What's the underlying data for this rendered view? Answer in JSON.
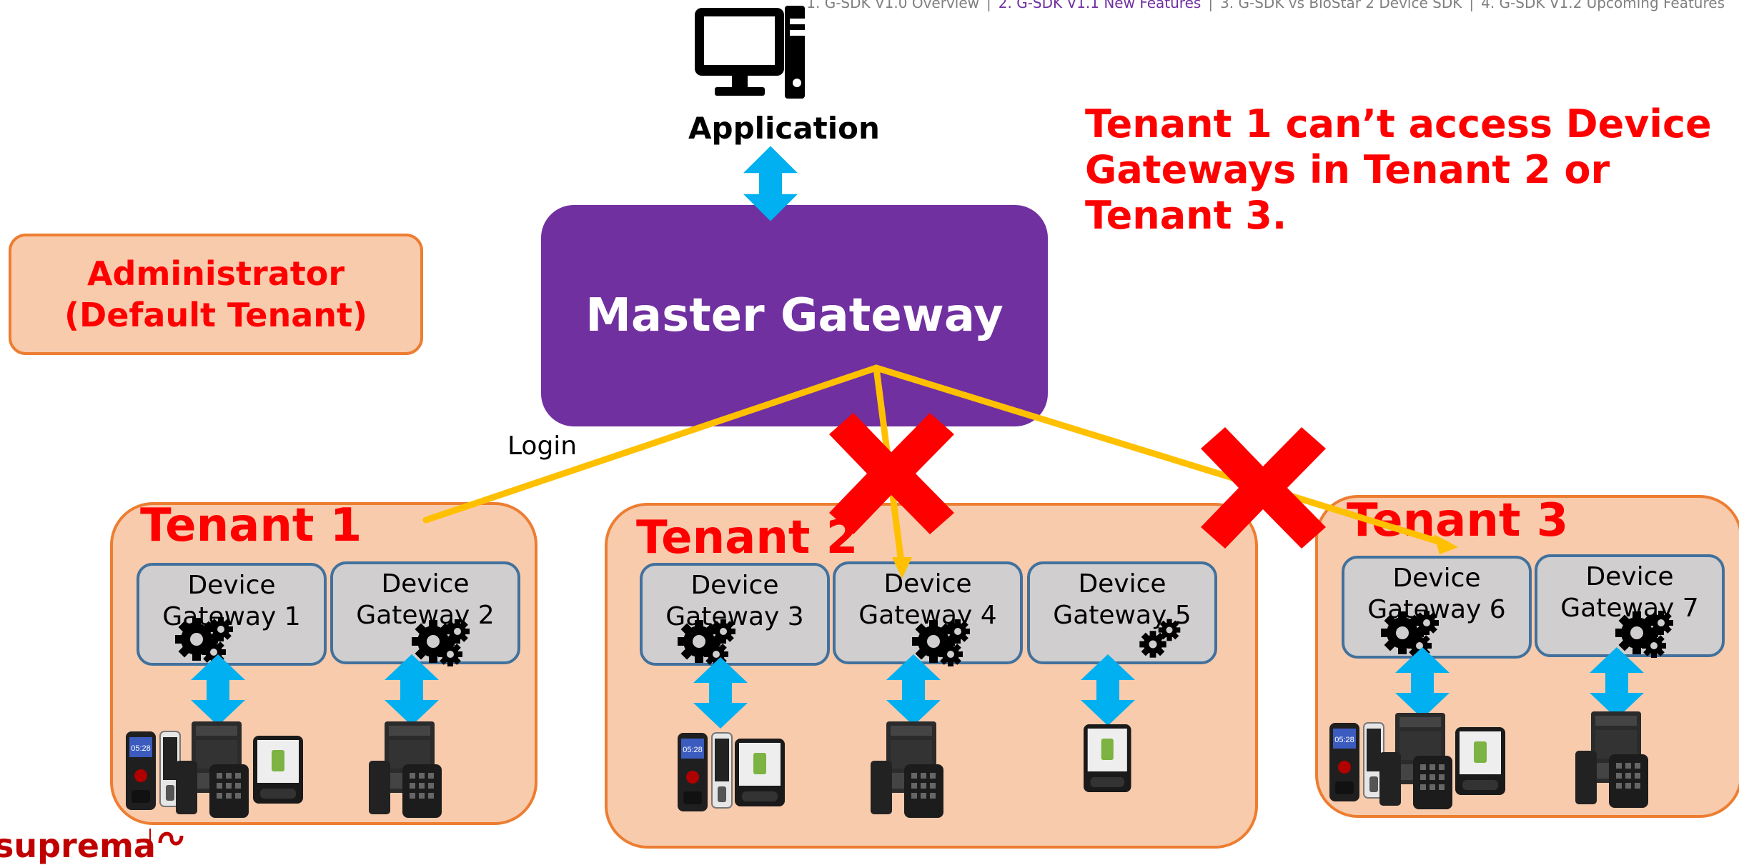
{
  "nav": {
    "items": [
      "1. G-SDK V1.0 Overview",
      "2. G-SDK V1.1 New Features",
      "3. G-SDK vs BioStar 2 Device SDK",
      "4. G-SDK V1.2 Upcoming Features"
    ],
    "current_index": 1,
    "separator": "|",
    "current_color": "#7030a0"
  },
  "application": {
    "label": "Application",
    "icon": "desktop-computer-icon"
  },
  "warning": {
    "line1": "Tenant 1 can’t access Device",
    "line2": "Gateways in Tenant 2 or Tenant 3."
  },
  "administrator": {
    "line1": "Administrator",
    "line2": "(Default Tenant)"
  },
  "master_gateway": {
    "label": "Master Gateway",
    "color": "#7030a0"
  },
  "login_label": "Login",
  "tenants": [
    {
      "name": "Tenant 1",
      "gateways": [
        {
          "line1": "Device",
          "line2": "Gateway 1"
        },
        {
          "line1": "Device",
          "line2": "Gateway 2"
        }
      ]
    },
    {
      "name": "Tenant 2",
      "gateways": [
        {
          "line1": "Device",
          "line2": "Gateway 3"
        },
        {
          "line1": "Device",
          "line2": "Gateway 4"
        },
        {
          "line1": "Device",
          "line2": "Gateway 5"
        }
      ]
    },
    {
      "name": "Tenant 3",
      "gateways": [
        {
          "line1": "Device",
          "line2": "Gateway 6"
        },
        {
          "line1": "Device",
          "line2": "Gateway 7"
        }
      ]
    }
  ],
  "logo": {
    "text": "suprema"
  },
  "colors": {
    "tenant_fill": "#f8cbad",
    "tenant_border": "#ed7d31",
    "gateway_fill": "#d0cece",
    "gateway_border": "#41719c",
    "arrow": "#00b0f0",
    "connector": "#ffc000",
    "blocked": "#ff0000",
    "warning_text": "#ff0000"
  }
}
